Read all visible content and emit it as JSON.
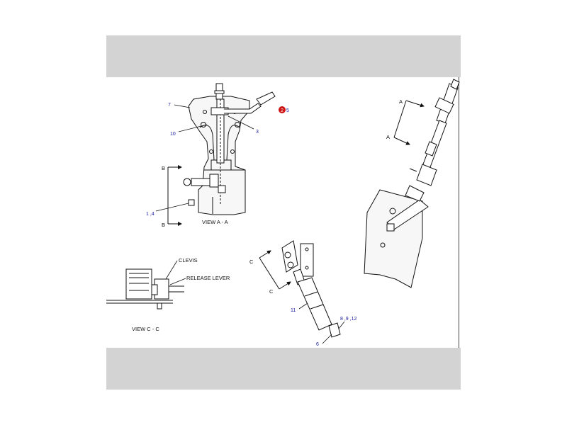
{
  "page": {
    "background": "#ffffff",
    "band_color": "#d3d3d3"
  },
  "labels": {
    "view_aa": "VIEW  A - A",
    "view_cc": "VIEW  C - C",
    "clevis": "CLEVIS",
    "release_lever": "RELEASE LEVER",
    "section_a": "A",
    "section_b": "B",
    "section_c": "C"
  },
  "callouts": {
    "c7": "7",
    "c10": "10",
    "c3": "3",
    "c5": "5",
    "c14": "1 ,4",
    "c11": "11",
    "c6": "6",
    "c8912": "8 ,9 ,12"
  },
  "hotspot": {
    "label": "2",
    "color": "#cc1111"
  }
}
